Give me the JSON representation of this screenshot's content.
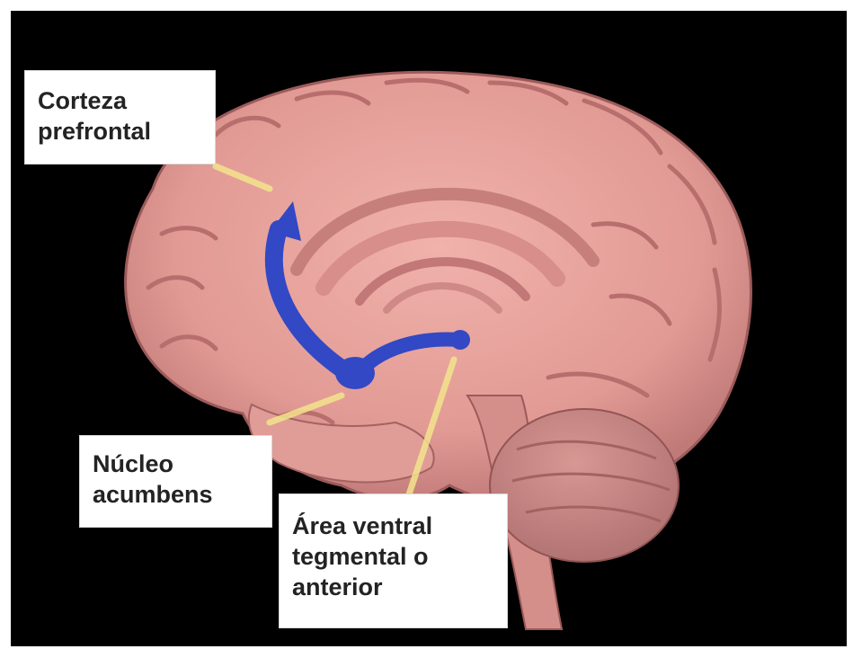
{
  "labels": {
    "prefrontal": [
      "Corteza",
      "prefrontal"
    ],
    "accumbens": [
      "Núcleo",
      "acumbens"
    ],
    "vta": [
      "Área ventral",
      "tegmental o",
      "anterior"
    ]
  },
  "colors": {
    "background": "#000000",
    "border": "#ffffff",
    "brain": "#e8a29c",
    "brain_shadow": "#b8696a",
    "pathway": "#3048c0",
    "leader_line": "#f4e48a"
  }
}
